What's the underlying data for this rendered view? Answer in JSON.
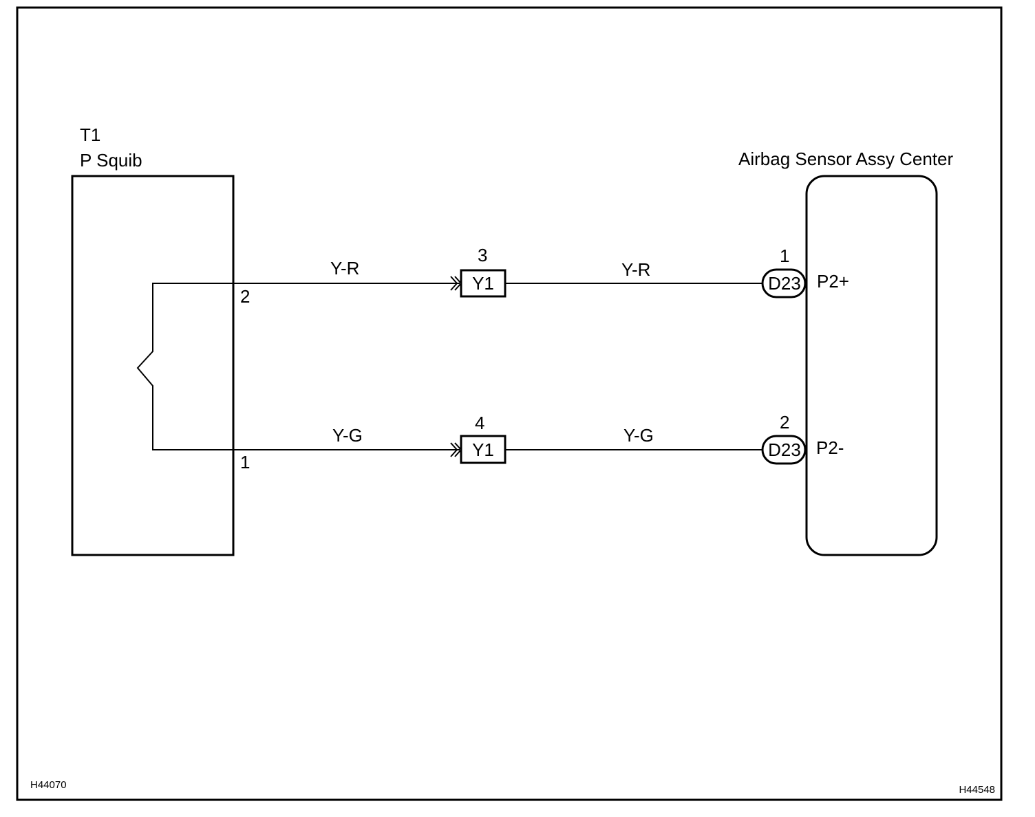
{
  "left_component": {
    "code": "T1",
    "name": "P Squib"
  },
  "right_component": {
    "name": "Airbag Sensor Assy Center"
  },
  "circuits": [
    {
      "squib_pin": "2",
      "wire_color_left": "Y-R",
      "junction_connector": "Y1",
      "junction_pin": "3",
      "wire_color_right": "Y-R",
      "ecu_connector": "D23",
      "ecu_pin": "1",
      "ecu_terminal": "P2+"
    },
    {
      "squib_pin": "1",
      "wire_color_left": "Y-G",
      "junction_connector": "Y1",
      "junction_pin": "4",
      "wire_color_right": "Y-G",
      "ecu_connector": "D23",
      "ecu_pin": "2",
      "ecu_terminal": "P2-"
    }
  ],
  "figure_codes": {
    "left": "H44070",
    "right": "H44548"
  }
}
